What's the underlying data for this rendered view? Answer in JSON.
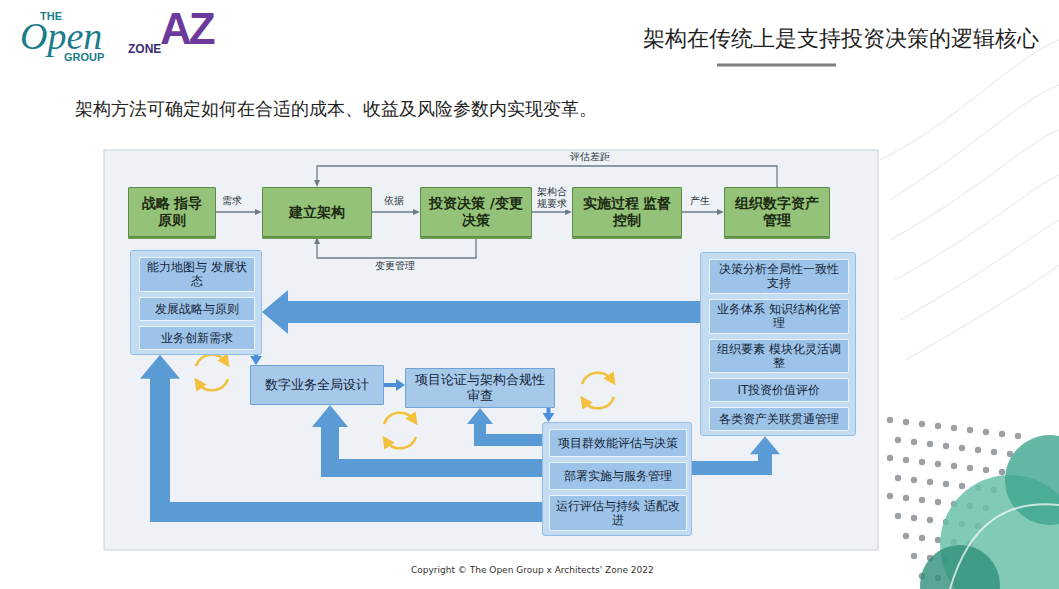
{
  "diagram": {
    "title": "架构在传统上是支持投资决策的逻辑核心",
    "nodes": [
      {
        "text": [
          "战略 指导原则"
        ]
      },
      {
        "text": [
          "建立架构"
        ]
      },
      {
        "text": [
          "投资决策 /变更决策"
        ]
      },
      {
        "text": [
          "实施过程 监督控制"
        ]
      },
      {
        "text": [
          "组织数字资产 管理"
        ]
      },
      {
        "text": []
      },
      {
        "text": [
          "能力地图与 发展状态"
        ],
        "in": 5
      },
      {
        "text": [
          "发展战略与原则"
        ],
        "in": 5
      },
      {
        "text": [
          "业务创新需求"
        ],
        "in": 5
      },
      {
        "text": [
          "数字业务全局设计"
        ]
      },
      {
        "text": [
          "项目论证与架构合规性审查"
        ]
      },
      {
        "text": []
      },
      {
        "text": [
          "项目群效能评估与决策"
        ],
        "in": 11
      },
      {
        "text": [
          "部署实施与服务管理"
        ],
        "in": 11
      },
      {
        "text": [
          "运行评估与持续 适配改进"
        ],
        "in": 11
      },
      {
        "text": []
      },
      {
        "text": [
          "决策分析全局性一致性 支持"
        ],
        "in": 15
      },
      {
        "text": [
          "业务体系 知识结构化管理"
        ],
        "in": 15
      },
      {
        "text": [
          "组织要素 模块化灵活调整"
        ],
        "in": 15
      },
      {
        "text": [
          "IT投资价值评价"
        ],
        "in": 15
      },
      {
        "text": [
          "各类资产关联贯通管理"
        ],
        "in": 15
      }
    ],
    "edges": [
      {
        "from": 0,
        "to": 1,
        "label": "需求",
        "arrow": "to"
      },
      {
        "from": 1,
        "to": 2,
        "label": "依据",
        "arrow": "to"
      },
      {
        "from": 2,
        "to": 3,
        "label": "架构合规要求",
        "arrow": "to"
      },
      {
        "from": 3,
        "to": 4,
        "label": "产生",
        "arrow": "to"
      },
      {
        "from": 4,
        "to": 1,
        "label": "评估差距",
        "arrow": "to"
      },
      {
        "from": 2,
        "to": 1,
        "label": "变更管理",
        "arrow": "to"
      },
      {
        "from": 5,
        "to": 9,
        "arrow": "to"
      },
      {
        "from": 9,
        "to": 10,
        "arrow": "to"
      },
      {
        "from": 10,
        "to": 11,
        "arrow": "to"
      },
      {
        "from": 15,
        "to": 5,
        "arrow": "to"
      },
      {
        "from": 11,
        "to": 5,
        "arrow": "to"
      },
      {
        "from": 11,
        "to": 9,
        "arrow": "to"
      },
      {
        "from": 11,
        "to": 10,
        "arrow": "to"
      },
      {
        "from": 11,
        "to": 15,
        "arrow": "to"
      }
    ],
    "labels": [
      "THE",
      "Open",
      "GROUP",
      "ZONE",
      "AZ",
      "架构方法可确定如何在合适的成本、收益及风险参数内实现变革。",
      "Copyright © The Open Group x Architects' Zone 2022"
    ]
  }
}
